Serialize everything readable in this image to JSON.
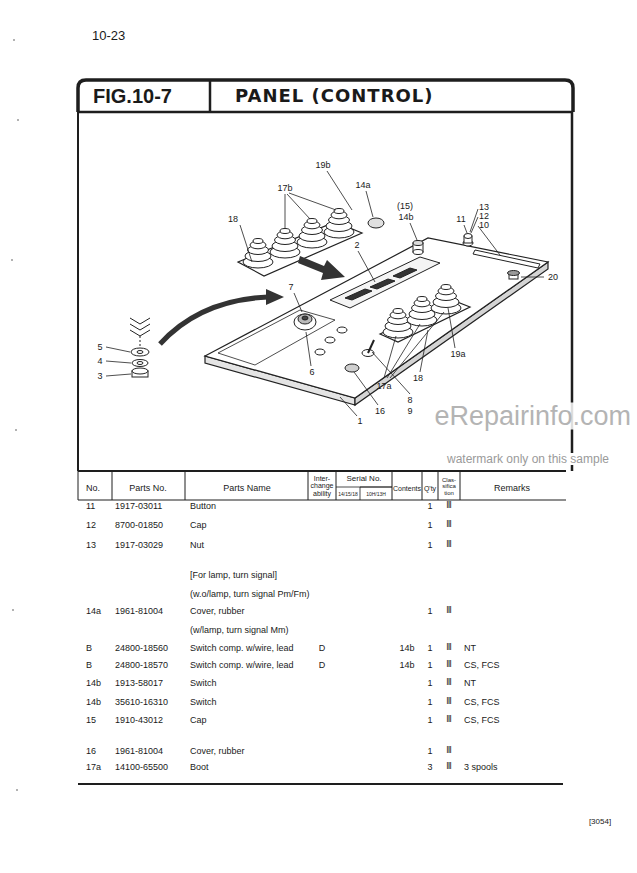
{
  "diagram": {
    "title": "PANEL (CONTROL)",
    "labels": [
      "10-23",
      "FIG.10-7",
      "19b",
      "17b",
      "14a",
      "(15)",
      "13",
      "14b",
      "12",
      "11",
      "10",
      "18",
      "2",
      "20",
      "7",
      "5",
      "4",
      "3",
      "6",
      "19a",
      "17a",
      "18",
      "8",
      "16",
      "9",
      "1",
      "eRepairinfo.com",
      "watermark only on this sample",
      "No.",
      "Parts No.",
      "Parts Name",
      "Inter- change ability",
      "Serial No.",
      "14/15/18",
      "10H/13H",
      "Contents",
      "Q'ty",
      "Clas- sifica tion",
      "Remarks",
      "11",
      "1917-03011",
      "Button",
      "1",
      "Ⅲ",
      "12",
      "8700-01850",
      "Cap",
      "1",
      "Ⅲ",
      "13",
      "1917-03029",
      "Nut",
      "1",
      "Ⅲ",
      "[For lamp, turn signal]",
      "(w.o/lamp, turn signal Pm/Fm)",
      "14a",
      "1961-81004",
      "Cover, rubber",
      "1",
      "Ⅲ",
      "(w/lamp, turn signal Mm)",
      "B",
      "24800-18560",
      "Switch comp. w/wire, lead",
      "D",
      "14b",
      "1",
      "Ⅲ",
      "NT",
      "B",
      "24800-18570",
      "Switch comp. w/wire, lead",
      "D",
      "14b",
      "1",
      "Ⅲ",
      "CS, FCS",
      "14b",
      "1913-58017",
      "Switch",
      "1",
      "Ⅲ",
      "NT",
      "14b",
      "35610-16310",
      "Switch",
      "1",
      "Ⅲ",
      "CS, FCS",
      "15",
      "1910-43012",
      "Cap",
      "1",
      "Ⅲ",
      "CS, FCS",
      "16",
      "1961-81004",
      "Cover, rubber",
      "1",
      "Ⅲ",
      "17a",
      "14100-65500",
      "Boot",
      "3",
      "Ⅲ",
      "3 spools",
      "[3054]"
    ]
  }
}
